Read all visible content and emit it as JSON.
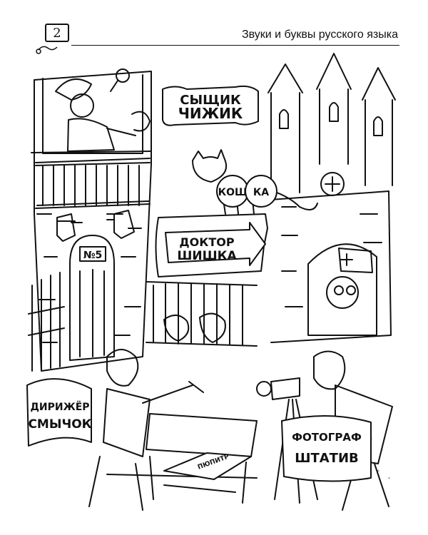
{
  "header": {
    "page_number": "2",
    "running_title": "Звуки и буквы русского языка"
  },
  "illustration": {
    "sign_detective_line1": "СЫЩИК",
    "sign_detective_line2": "ЧИЖИК",
    "sign_cat_left": "КОШ",
    "sign_cat_right": "КА",
    "sign_doctor_line1": "ДОКТОР",
    "sign_doctor_line2": "ШИШКА",
    "house_number": "№5",
    "sign_conductor_line1": "ДИРИЖЁР",
    "sign_conductor_line2": "СМЫЧОК",
    "sign_photographer_line1": "ФОТОГРАФ",
    "sign_photographer_line2": "ШТАТИВ",
    "music_book_text": "ПЮПИТР"
  }
}
